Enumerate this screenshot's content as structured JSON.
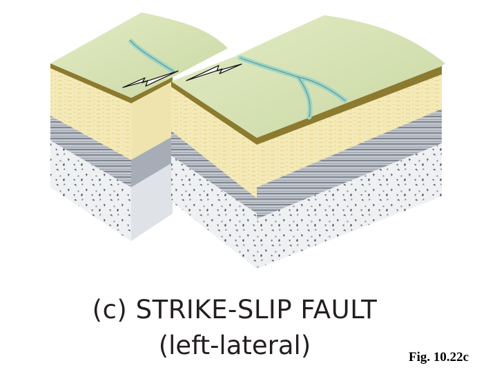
{
  "caption": {
    "title": "(c) STRIKE-SLIP FAULT",
    "subtitle": "(left-lateral)"
  },
  "figure_ref": "Fig. 10.22c",
  "diagram": {
    "layers": [
      "ground-surface",
      "soil-rim",
      "sandstone",
      "shale",
      "granite-bedrock"
    ],
    "motion_arrows": [
      "left-block-motion-arrow",
      "right-block-motion-arrow"
    ]
  },
  "colors": {
    "surface": "#d9e4b8",
    "soil_rim": "#8c7a2e",
    "sandstone": "#f4eab8",
    "shale": "#b7bcc4",
    "bedrock": "#eef0f2",
    "stream": "#9ed4c8"
  }
}
